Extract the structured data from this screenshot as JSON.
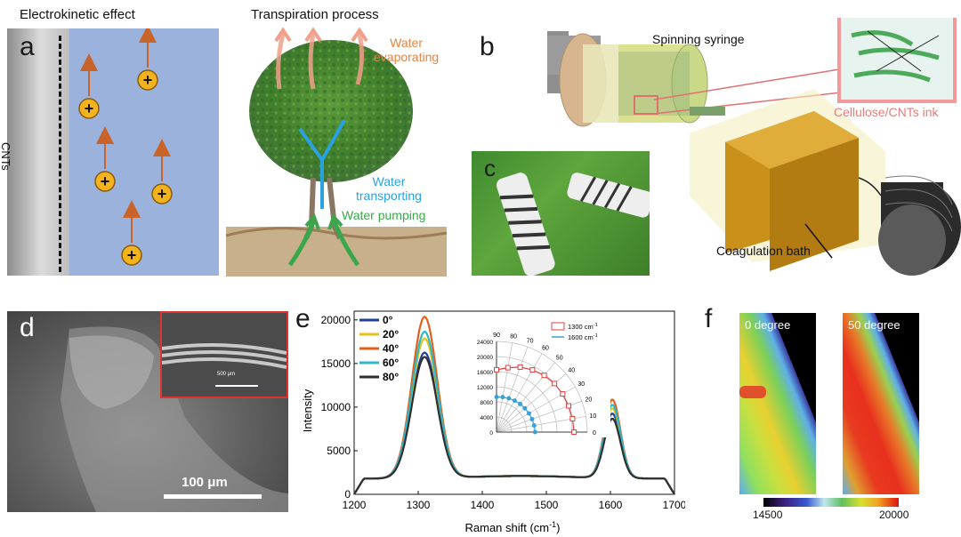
{
  "panels": {
    "a": {
      "label": "a",
      "title": "Electrokinetic effect",
      "wall_label": "CNTs",
      "ion_symbol": "+"
    },
    "transpiration": {
      "title": "Transpiration process",
      "evaporating": [
        "Water",
        "evaporating"
      ],
      "transporting": [
        "Water",
        "transporting"
      ],
      "pumping": "Water pumping"
    },
    "b": {
      "label": "b",
      "syringe": "Spinning syringe",
      "ink": "Cellulose/CNTs ink",
      "bath": "Coagulation bath"
    },
    "c": {
      "label": "c"
    },
    "d": {
      "label": "d",
      "scalebar": "100 μm",
      "inset_scalebar": "500 μm"
    },
    "e": {
      "label": "e"
    },
    "f": {
      "label": "f",
      "map_left": "0 degree",
      "map_right": "50 degree",
      "cbar_min": "14500",
      "cbar_max": "20000"
    }
  },
  "chart_data": [
    {
      "type": "line",
      "xlabel_main": "Raman shift (cm",
      "xlabel_sup": "-1",
      "xlabel_end": ")",
      "ylabel": "Intensity",
      "xlim": [
        1200,
        1700
      ],
      "ylim": [
        0,
        21000
      ],
      "x_ticks": [
        "1200",
        "1300",
        "1400",
        "1500",
        "1600",
        "1700"
      ],
      "y_ticks": [
        "0",
        "5000",
        "10000",
        "15000",
        "20000"
      ],
      "series": [
        {
          "name": "0°",
          "color": "#1f3f9a",
          "peak1": 16200,
          "peak2": 9200
        },
        {
          "name": "20°",
          "color": "#e5c21a",
          "peak1": 17800,
          "peak2": 9800
        },
        {
          "name": "40°",
          "color": "#e2601c",
          "peak1": 20300,
          "peak2": 10800
        },
        {
          "name": "60°",
          "color": "#2db7c9",
          "peak1": 18600,
          "peak2": 10200
        },
        {
          "name": "80°",
          "color": "#2f2f2f",
          "peak1": 15700,
          "peak2": 8600
        }
      ]
    },
    {
      "type": "polar",
      "r_ticks": [
        "0",
        "4000",
        "8000",
        "12000",
        "16000",
        "20000",
        "24000"
      ],
      "angle_ticks": [
        "0",
        "10",
        "20",
        "30",
        "40",
        "50",
        "60",
        "70",
        "80",
        "90"
      ],
      "rmax": 24000,
      "series": [
        {
          "name": "1300 cm",
          "sup": "-1",
          "color": "#e04040",
          "angles": [
            0,
            10,
            20,
            30,
            40,
            50,
            60,
            70,
            80,
            90
          ],
          "values": [
            20500,
            20400,
            20300,
            20200,
            20000,
            19600,
            19000,
            18300,
            17300,
            16500
          ]
        },
        {
          "name": "1600 cm",
          "sup": "-1",
          "color": "#3aa0d8",
          "angles": [
            0,
            10,
            20,
            30,
            40,
            50,
            60,
            70,
            80,
            90
          ],
          "values": [
            10200,
            10100,
            10000,
            9900,
            9800,
            9700,
            9600,
            9500,
            9400,
            9300
          ]
        }
      ]
    }
  ]
}
